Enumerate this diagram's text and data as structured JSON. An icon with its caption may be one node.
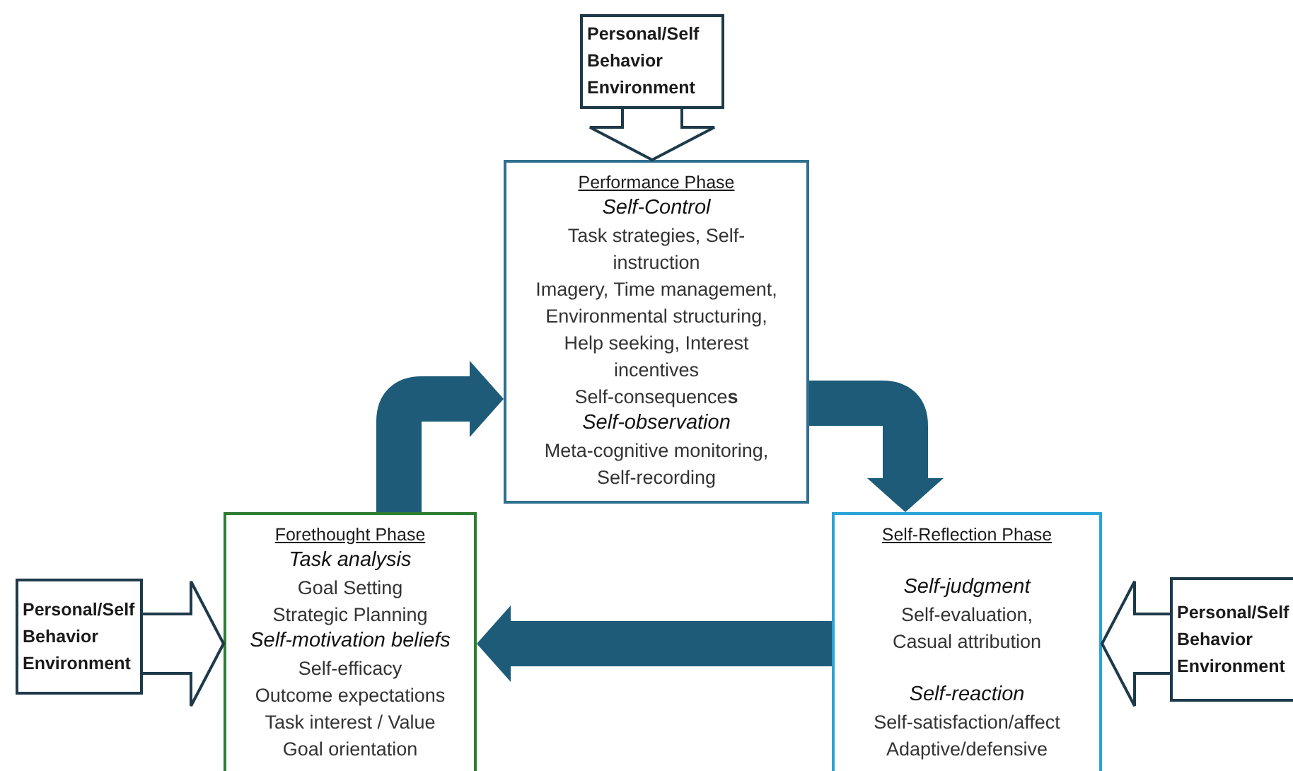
{
  "diagram": {
    "nodes": [
      {
        "text": [
          "Personal/Self",
          "Behavior",
          "Environment"
        ]
      },
      {
        "text": [
          "Performance Phase",
          "Self-Control",
          "Task strategies, Self-instruction",
          "Imagery, Time management,",
          "Environmental structuring,",
          "Help seeking, Interest incentives",
          "Self-consequence**s**",
          "Self-observation",
          "Meta-cognitive monitoring, Self-recording"
        ]
      },
      {
        "text": [
          "Forethought Phase",
          "Task analysis",
          "Goal Setting",
          "Strategic Planning",
          "Self-motivation beliefs",
          "Self-efficacy",
          "Outcome expectations",
          "Task interest / Value",
          "Goal orientation"
        ]
      },
      {
        "text": [
          "Self-Reflection Phase",
          "Self-judgment",
          "Self-evaluation, Casual attribution",
          "Self-reaction",
          "Self-satisfaction/affect",
          "Adaptive/defensive"
        ]
      },
      {
        "text": [
          "Personal/Self",
          "Behavior",
          "Environment"
        ]
      },
      {
        "text": [
          "Personal/Self",
          "Behavior",
          "Environment"
        ]
      }
    ],
    "edges": [
      {
        "from": 0,
        "to": 1,
        "arrow": "to"
      },
      {
        "from": 4,
        "to": 2,
        "arrow": "to"
      },
      {
        "from": 5,
        "to": 3,
        "arrow": "to"
      },
      {
        "from": 2,
        "to": 1,
        "arrow": "to",
        "color": "#1d5b79"
      },
      {
        "from": 1,
        "to": 3,
        "arrow": "to",
        "color": "#1d5b79"
      },
      {
        "from": 3,
        "to": 2,
        "arrow": "to",
        "color": "#1d5b79"
      }
    ]
  }
}
